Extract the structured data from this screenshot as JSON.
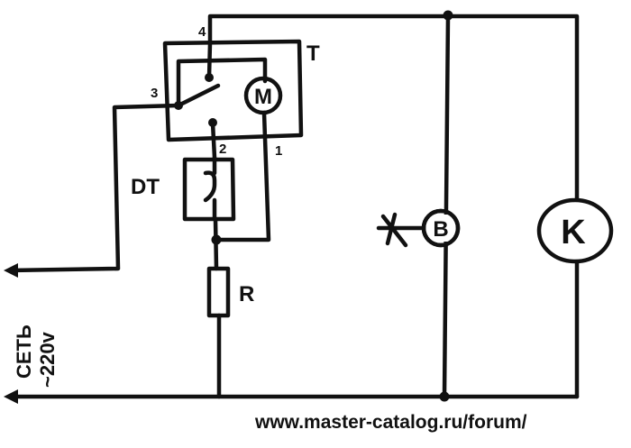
{
  "diagram": {
    "thermostat_label": "T",
    "motor_label": "M",
    "defrost_thermostat_label": "DT",
    "resistor_label": "R",
    "fan_label": "B",
    "compressor_label": "K",
    "pins": [
      "1",
      "2",
      "3",
      "4"
    ],
    "mains_label": "СЕТЬ",
    "voltage_label": "~220v",
    "watermark": "www.master-catalog.ru/forum/"
  }
}
